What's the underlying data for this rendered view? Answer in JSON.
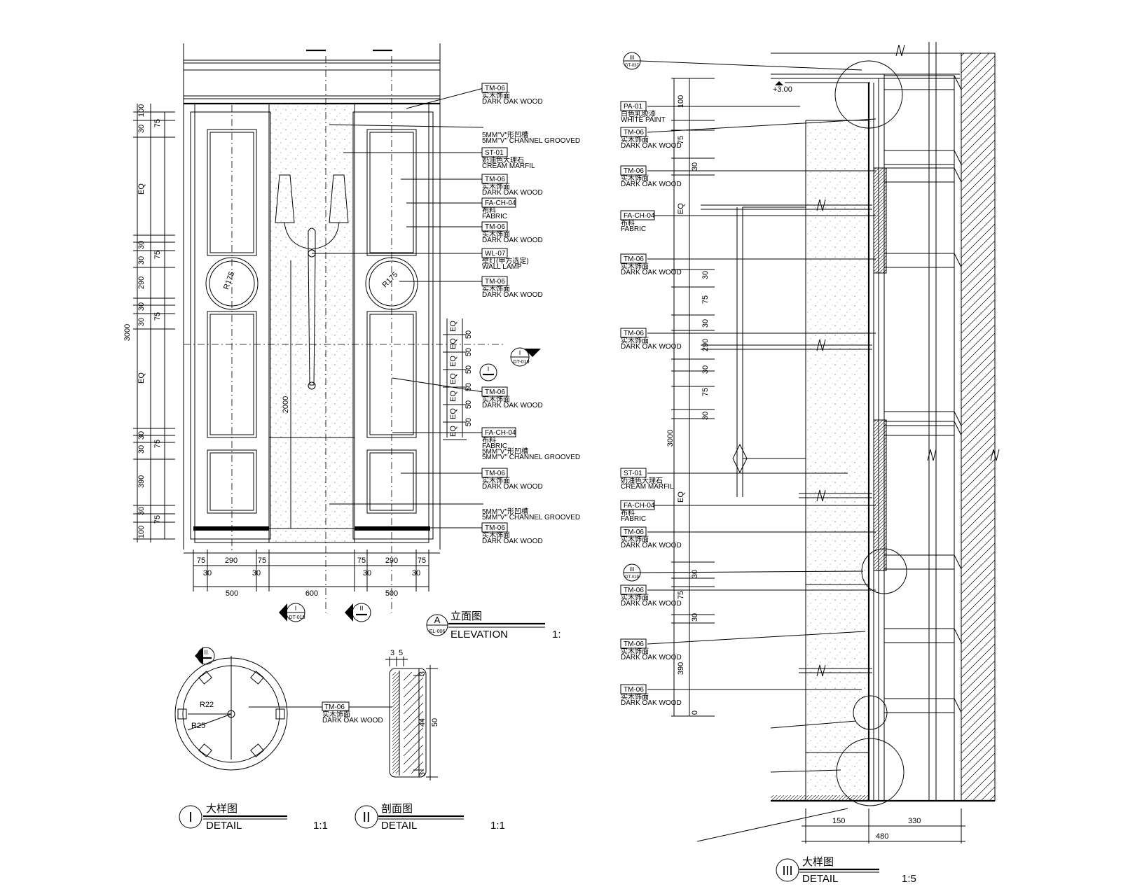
{
  "elevation": {
    "tags": [
      {
        "code": "TM-06",
        "lines": [
          "实木饰面",
          "DARK OAK WOOD"
        ]
      },
      {
        "code": "",
        "lines": [
          "5MM\"V\"形凹槽",
          "5MM\"V\" CHANNEL GROOVED"
        ]
      },
      {
        "code": "ST-01",
        "lines": [
          "奶油色大理石",
          "CREAM MARFIL"
        ]
      },
      {
        "code": "TM-06",
        "lines": [
          "实木饰面",
          "DARK OAK WOOD"
        ]
      },
      {
        "code": "FA-CH-04",
        "lines": [
          "布料",
          "FABRIC"
        ]
      },
      {
        "code": "TM-06",
        "lines": [
          "实木饰面",
          "DARK OAK WOOD"
        ]
      },
      {
        "code": "WL-07",
        "lines": [
          "壁灯(甲方选定)",
          "WALL LAMP"
        ]
      },
      {
        "code": "TM-06",
        "lines": [
          "实木饰面",
          "DARK OAK WOOD"
        ]
      },
      {
        "code": "TM-06",
        "lines": [
          "实木饰面",
          "DARK OAK WOOD"
        ]
      },
      {
        "code": "FA-CH-04",
        "lines": [
          "布料",
          "FABRIC",
          "5MM\"V\"形凹槽",
          "5MM\"V\" CHANNEL GROOVED"
        ]
      },
      {
        "code": "TM-06",
        "lines": [
          "实木饰面",
          "DARK OAK WOOD"
        ]
      },
      {
        "code": "",
        "lines": [
          "5MM\"V\"形凹槽",
          "5MM\"V\" CHANNEL GROOVED"
        ]
      },
      {
        "code": "TM-06",
        "lines": [
          "实木饰面",
          "DARK OAK WOOD"
        ]
      }
    ],
    "left_dims": [
      "100",
      "30",
      "75",
      "EQ",
      "30",
      "30",
      "75",
      "290",
      "30",
      "30",
      "75",
      "EQ",
      "30",
      "30",
      "75",
      "390",
      "30",
      "75",
      "100"
    ],
    "total_height": "3000",
    "lamp_height": "2000",
    "radius_labels": [
      "R175",
      "R175"
    ],
    "right_dims_eq": [
      "EQ",
      "EQ",
      "EQ",
      "EQ",
      "EQ",
      "EQ",
      "EQ"
    ],
    "right_dims_50": [
      "50",
      "50",
      "50",
      "50",
      "50",
      "50"
    ],
    "bottom_dims_row1": [
      "75",
      "290",
      "75",
      "75",
      "290",
      "75"
    ],
    "bottom_dims_row2": [
      "30",
      "30",
      "30",
      "30"
    ],
    "bottom_dims_row3": [
      "500",
      "600",
      "500"
    ],
    "section_markers": [
      {
        "num": "I",
        "ref": "DT-019"
      },
      {
        "num": "I",
        "ref": "DT-019"
      },
      {
        "num": "II",
        "ref": ""
      },
      {
        "num": "I",
        "ref": ""
      }
    ],
    "title": {
      "letter": "A",
      "ref": "EL-006",
      "cn": "立面图",
      "en": "ELEVATION",
      "scale": "1:"
    }
  },
  "detail1": {
    "marker": "II",
    "radii": [
      "R22",
      "R25"
    ],
    "tag": {
      "code": "TM-06",
      "lines": [
        "实木饰面",
        "DARK OAK WOOD"
      ]
    },
    "title": {
      "num": "I",
      "cn": "大样图",
      "en": "DETAIL",
      "scale": "1:1"
    }
  },
  "detail2": {
    "dims_top": [
      "3",
      "5"
    ],
    "dims_right": [
      "3",
      "44",
      "3"
    ],
    "dim_total": "50",
    "title": {
      "num": "II",
      "cn": "剖面图",
      "en": "DETAIL",
      "scale": "1:1"
    }
  },
  "detail3": {
    "level": "+3.00",
    "callouts": [
      {
        "num": "III",
        "ref": "DT-037"
      },
      {
        "num": "III",
        "ref": "DT-019"
      }
    ],
    "tags": [
      {
        "code": "PA-01",
        "lines": [
          "白色乳胶漆",
          "WHITE PAINT"
        ]
      },
      {
        "code": "TM-06",
        "lines": [
          "实木饰面",
          "DARK OAK WOOD"
        ]
      },
      {
        "code": "TM-06",
        "lines": [
          "实木饰面",
          "DARK OAK WOOD"
        ]
      },
      {
        "code": "FA-CH-04",
        "lines": [
          "布料",
          "FABRIC"
        ]
      },
      {
        "code": "TM-06",
        "lines": [
          "实木饰面",
          "DARK OAK WOOD"
        ]
      },
      {
        "code": "TM-06",
        "lines": [
          "实木饰面",
          "DARK OAK WOOD"
        ]
      },
      {
        "code": "ST-01",
        "lines": [
          "奶油色大理石",
          "CREAM MARFIL"
        ]
      },
      {
        "code": "FA-CH-04",
        "lines": [
          "布料",
          "FABRIC"
        ]
      },
      {
        "code": "TM-06",
        "lines": [
          "实木饰面",
          "DARK OAK WOOD"
        ]
      },
      {
        "code": "TM-06",
        "lines": [
          "实木饰面",
          "DARK OAK WOOD"
        ]
      },
      {
        "code": "TM-06",
        "lines": [
          "实木饰面",
          "DARK OAK WOOD"
        ]
      },
      {
        "code": "TM-06",
        "lines": [
          "实木饰面",
          "DARK OAK WOOD"
        ]
      }
    ],
    "vertical_dims": [
      "100",
      "75",
      "30",
      "EQ",
      "30",
      "75",
      "30",
      "290",
      "30",
      "75",
      "30",
      "3000",
      "EQ",
      "30",
      "75",
      "30",
      "390",
      "0"
    ],
    "bottom_dims": [
      "150",
      "330",
      "480"
    ],
    "title": {
      "num": "III",
      "cn": "大样图",
      "en": "DETAIL",
      "scale": "1:5"
    }
  }
}
